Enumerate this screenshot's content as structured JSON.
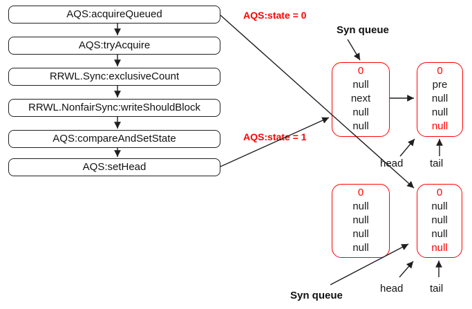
{
  "flowchart": {
    "boxes": [
      {
        "label": "AQS:acquireQueued"
      },
      {
        "label": "AQS:tryAcquire"
      },
      {
        "label": "RRWL.Sync:exclusiveCount"
      },
      {
        "label": "RRWL.NonfairSync:writeShouldBlock"
      },
      {
        "label": "AQS:compareAndSetState"
      },
      {
        "label": "AQS:setHead"
      }
    ]
  },
  "annotations": {
    "state_zero": "AQS:state = 0",
    "state_one": "AQS:state = 1"
  },
  "queues": {
    "top": {
      "label": "Syn queue",
      "head_label": "head",
      "tail_label": "tail",
      "nodes": [
        {
          "rows": [
            "0",
            "null",
            "next",
            "null",
            "null"
          ]
        },
        {
          "rows": [
            "0",
            "pre",
            "null",
            "null",
            "null"
          ]
        }
      ]
    },
    "bottom": {
      "label": "Syn queue",
      "head_label": "head",
      "tail_label": "tail",
      "nodes": [
        {
          "rows": [
            "0",
            "null",
            "null",
            "null",
            "null"
          ]
        },
        {
          "rows": [
            "0",
            "null",
            "null",
            "null",
            "null"
          ]
        }
      ]
    }
  },
  "colors": {
    "accent-red": "#fe0000",
    "line-black": "#1f1f1f"
  }
}
